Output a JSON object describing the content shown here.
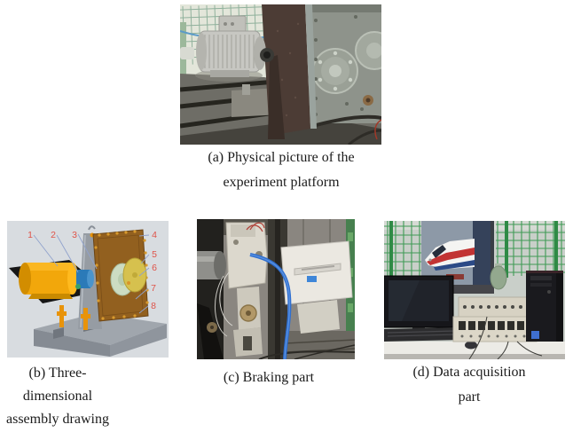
{
  "figure": {
    "panels": {
      "a": {
        "caption_lines": [
          "(a) Physical picture of the",
          "experiment platform"
        ]
      },
      "b": {
        "caption_lines": [
          "(b) Three-",
          "dimensional",
          "assembly drawing"
        ],
        "part_labels": [
          "1",
          "2",
          "3",
          "4",
          "5",
          "6",
          "7",
          "8"
        ]
      },
      "c": {
        "caption_lines": [
          "(c) Braking part"
        ]
      },
      "d": {
        "caption_lines": [
          "(d) Data acquisition",
          "part"
        ]
      }
    },
    "colors": {
      "caption_text": "#1b1b1b",
      "label_red": "#df5349",
      "leader_blue": "#90a2cc",
      "motor_yellow": "#f2a70b",
      "coupling_blue": "#2b7ab8",
      "plate_brown": "#92601f",
      "cable_blue": "#2f6fd0",
      "fence_green": "#3f9a55",
      "train_red": "#c23434",
      "cad_background": "#d8dce0"
    }
  }
}
